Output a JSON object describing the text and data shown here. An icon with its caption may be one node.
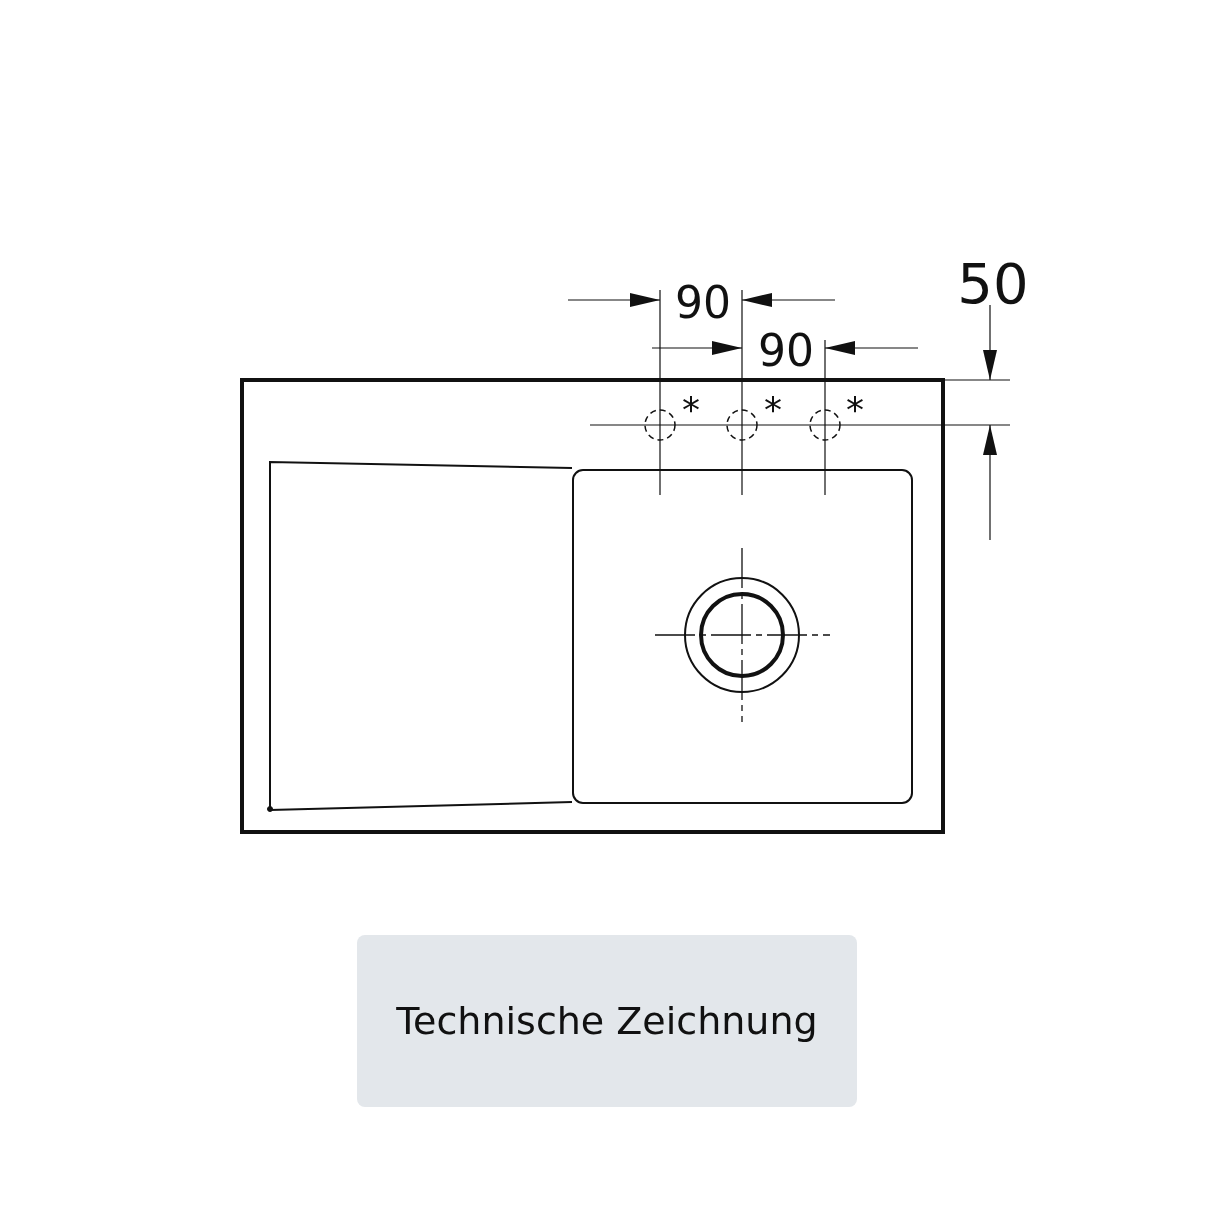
{
  "diagram": {
    "caption": "Technische Zeichnung",
    "labels": [
      "90",
      "90",
      "50",
      "*",
      "*",
      "*"
    ]
  }
}
